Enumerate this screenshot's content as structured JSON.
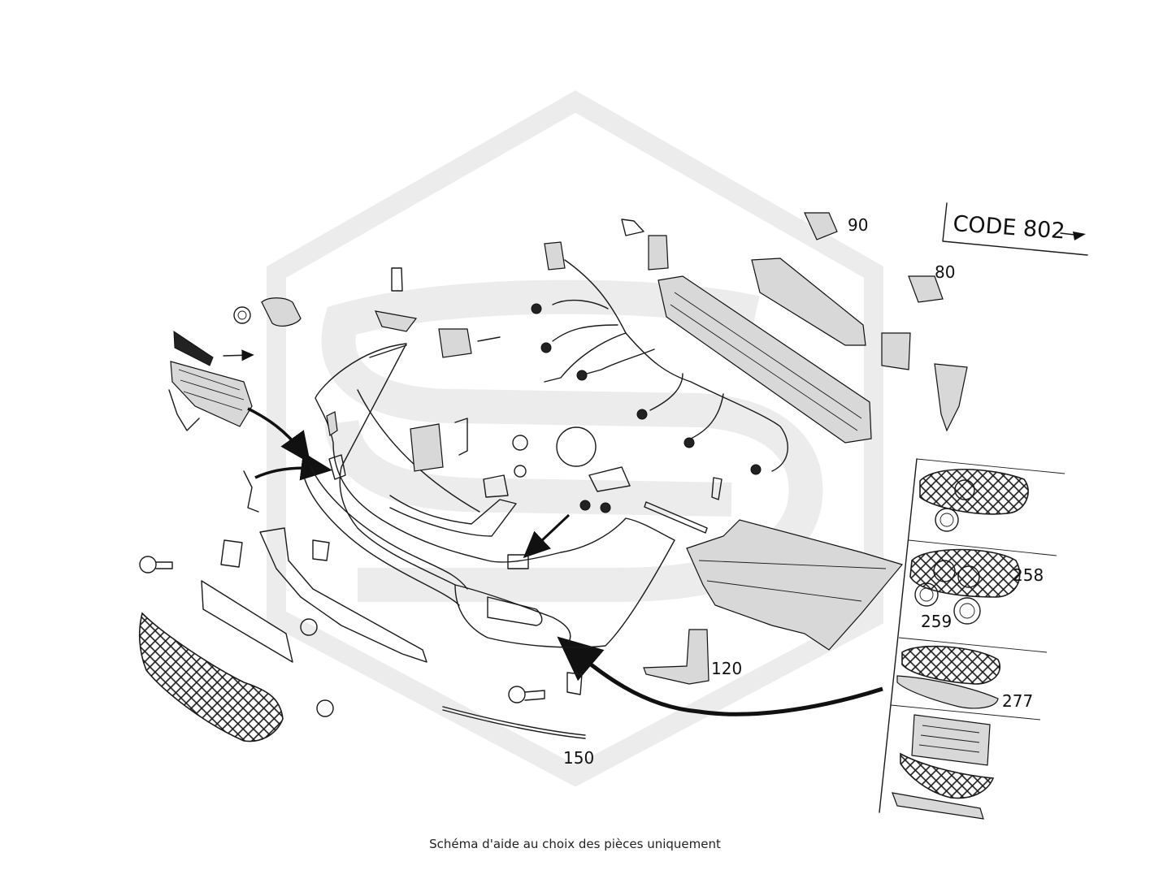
{
  "caption": "Schéma d'aide au choix des pièces uniquement",
  "code_box": {
    "text": "CODE 802"
  },
  "callouts": [
    {
      "id": "part-90",
      "label": "90"
    },
    {
      "id": "part-80",
      "label": "80"
    },
    {
      "id": "part-120",
      "label": "120"
    },
    {
      "id": "part-150",
      "label": "150"
    },
    {
      "id": "part-258",
      "label": "258"
    },
    {
      "id": "part-259",
      "label": "259"
    },
    {
      "id": "part-277",
      "label": "277"
    }
  ],
  "colors": {
    "ink": "#1a1a1a",
    "watermark": "#ececec",
    "background": "#ffffff"
  }
}
